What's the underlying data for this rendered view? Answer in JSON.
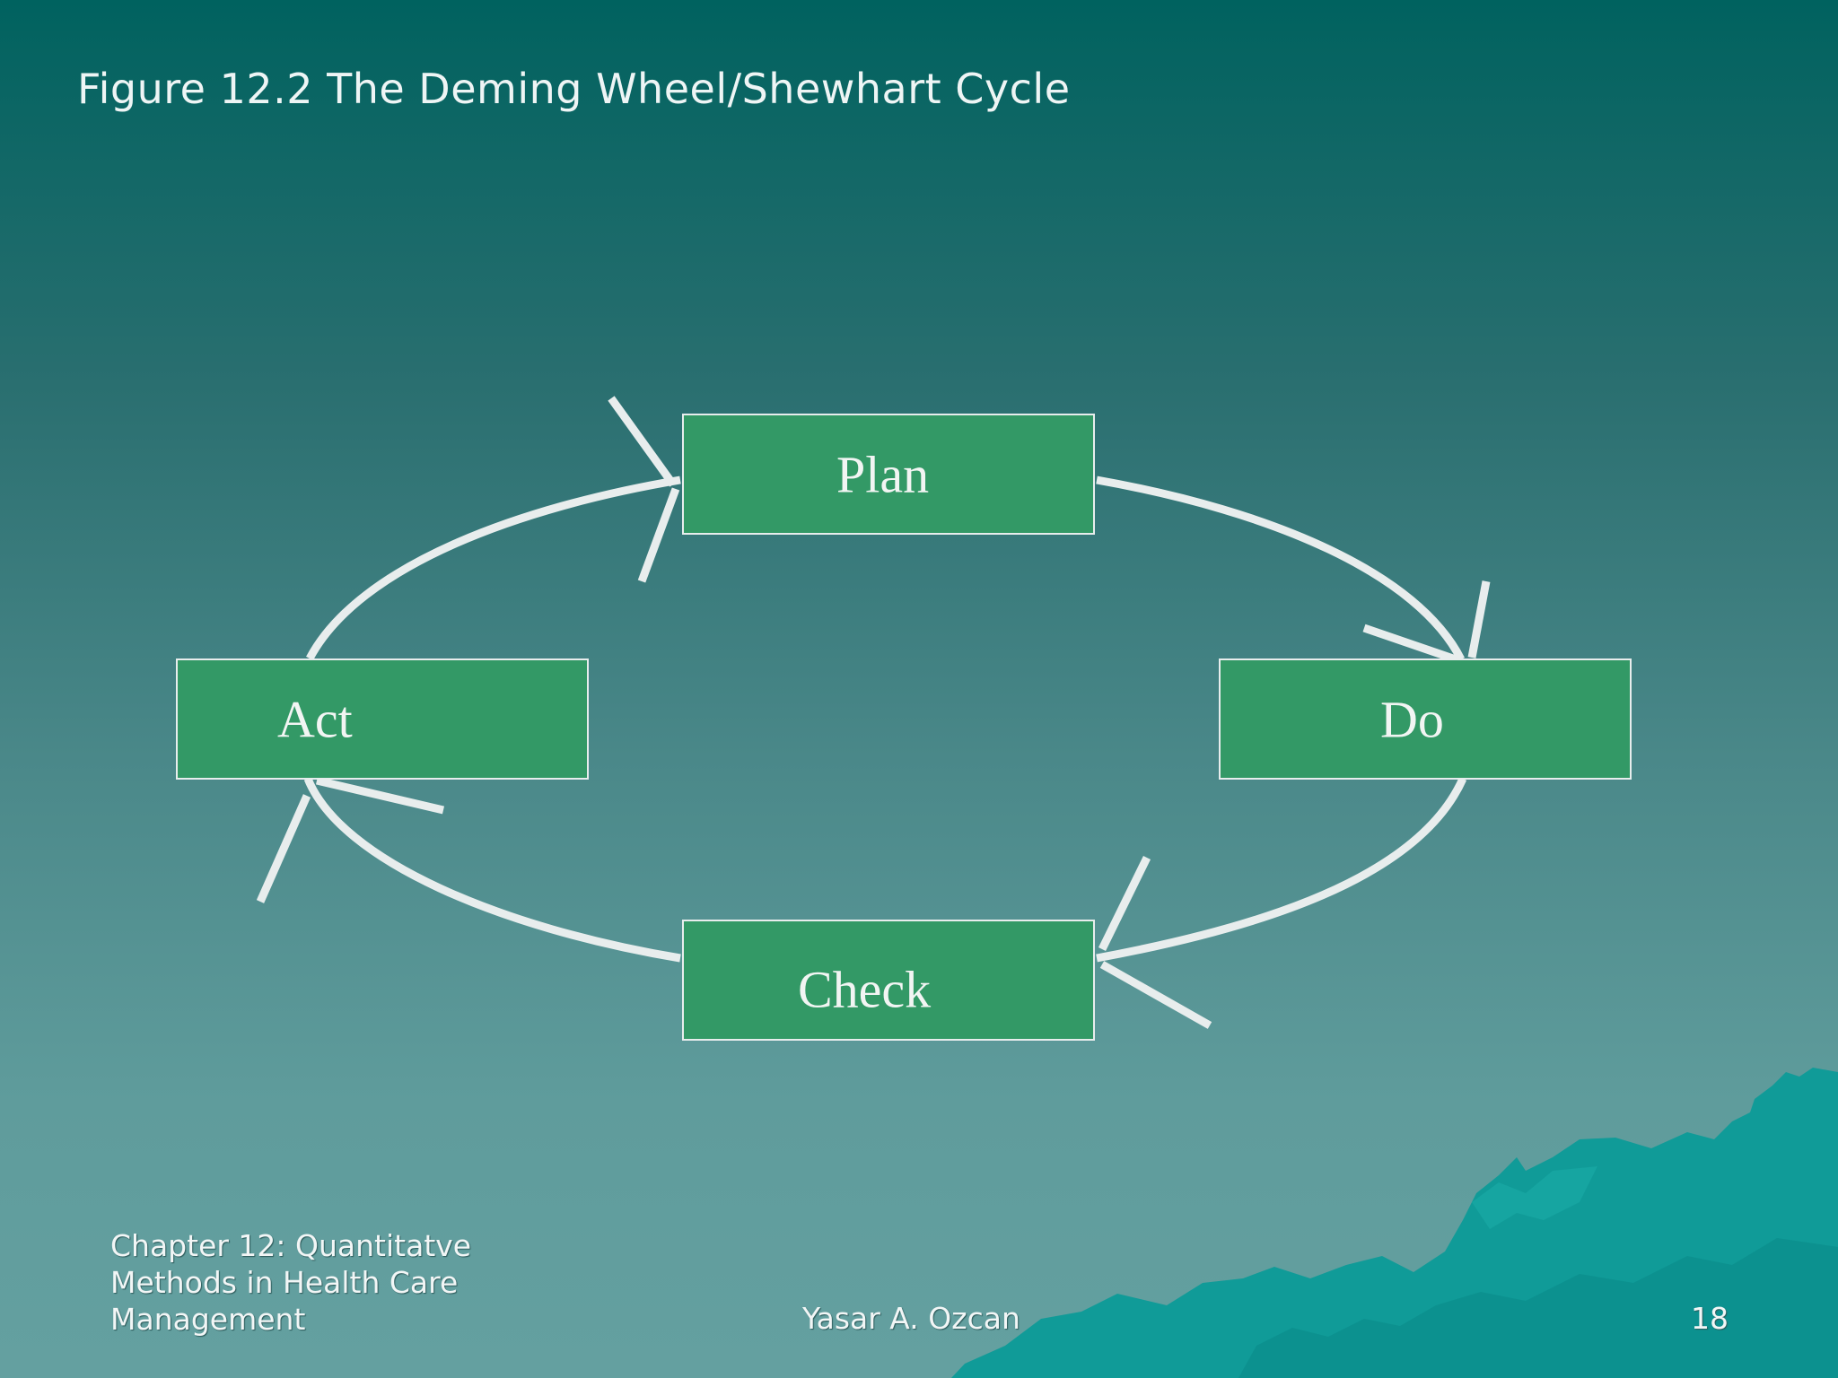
{
  "slide": {
    "title": "Figure 12.2 The Deming Wheel/Shewhart Cycle",
    "footer_chapter": "Chapter 12: Quantitatve Methods in Health Care Management",
    "footer_author": "Yasar A. Ozcan",
    "page_number": "18"
  },
  "diagram": {
    "nodes": [
      {
        "id": "plan",
        "label": "Plan"
      },
      {
        "id": "do",
        "label": "Do"
      },
      {
        "id": "check",
        "label": "Check"
      },
      {
        "id": "act",
        "label": "Act"
      }
    ],
    "edges": [
      {
        "from": "plan",
        "to": "do"
      },
      {
        "from": "do",
        "to": "check"
      },
      {
        "from": "check",
        "to": "act"
      },
      {
        "from": "act",
        "to": "plan"
      }
    ]
  },
  "colors": {
    "box_fill": "#339966",
    "box_border": "#e8eded",
    "arrow": "#e8eded",
    "background_top": "#00625f",
    "background_bottom": "#64a0a0",
    "iceberg": "#109b98"
  }
}
